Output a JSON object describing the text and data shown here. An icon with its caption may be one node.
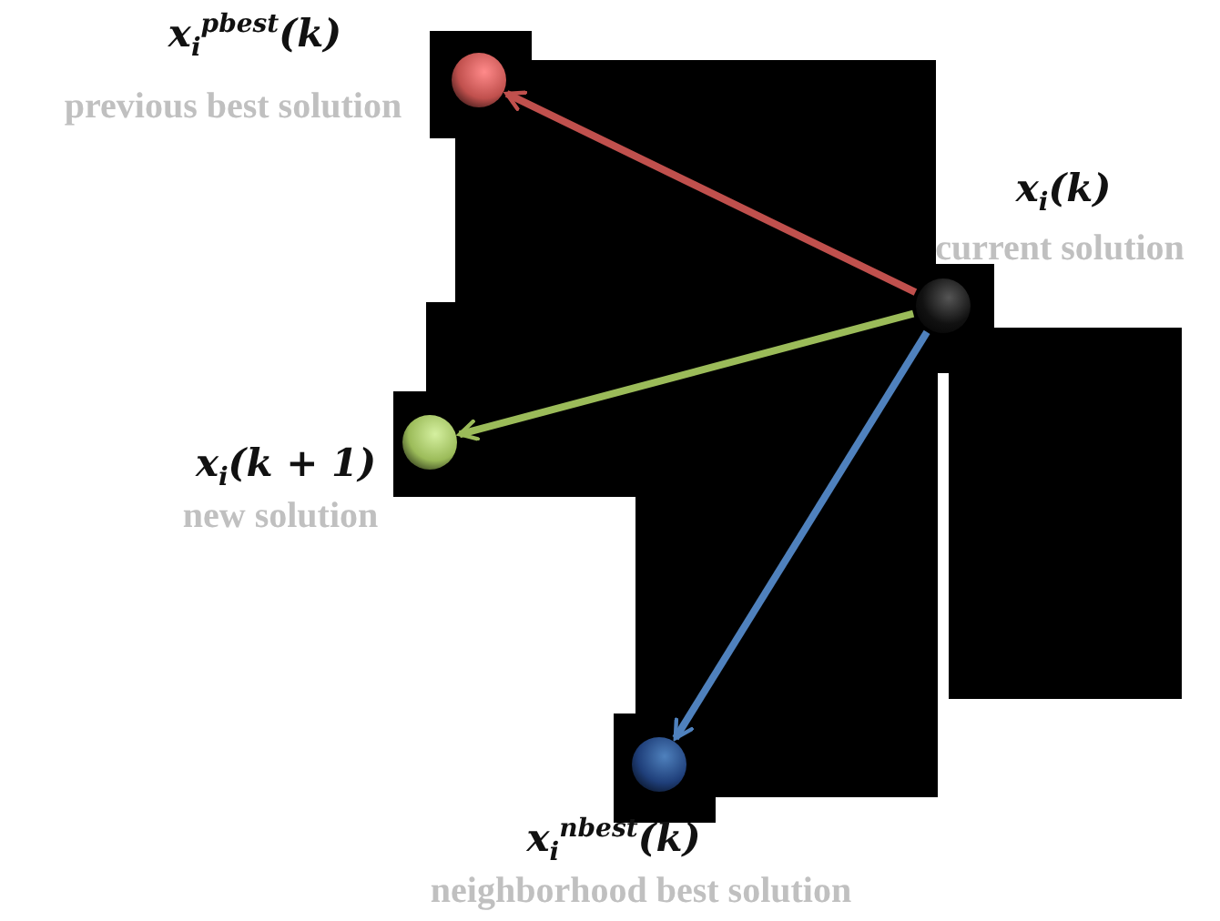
{
  "diagram": {
    "nodes": [
      {
        "text": [
          "x$_{i}$$^{pbest}$(k)",
          "previous best solution"
        ]
      },
      {
        "text": [
          "x$_{i}$(k)",
          "current solution"
        ]
      },
      {
        "text": [
          "x$_{i}$(k + 1)",
          "new solution"
        ]
      },
      {
        "text": [
          "x$_{i}$$^{nbest}$(k)",
          "neighborhood best solution"
        ]
      }
    ],
    "edges": [
      {
        "from": 1,
        "to": 0,
        "arrow": "to",
        "color": "#c0504d"
      },
      {
        "from": 1,
        "to": 2,
        "arrow": "to",
        "color": "#9bbb59"
      },
      {
        "from": 1,
        "to": 3,
        "arrow": "to",
        "color": "#4f81bd"
      }
    ]
  }
}
